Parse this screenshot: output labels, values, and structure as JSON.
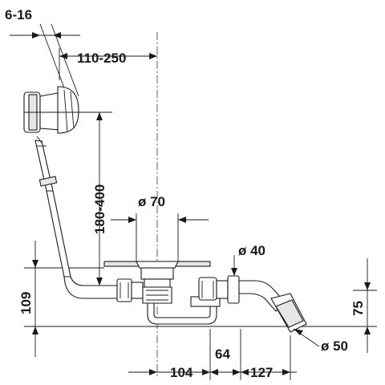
{
  "dimensions": {
    "overflow_height": "6-16",
    "overflow_distance": "110-250",
    "overflow_range": "180-400",
    "waste_diameter": "ø 70",
    "outlet_diameter": "ø 40",
    "drain_diameter": "ø 50",
    "base_height": "109",
    "trap_height": "75",
    "width_left": "104",
    "width_middle": "64",
    "width_right": "127"
  }
}
